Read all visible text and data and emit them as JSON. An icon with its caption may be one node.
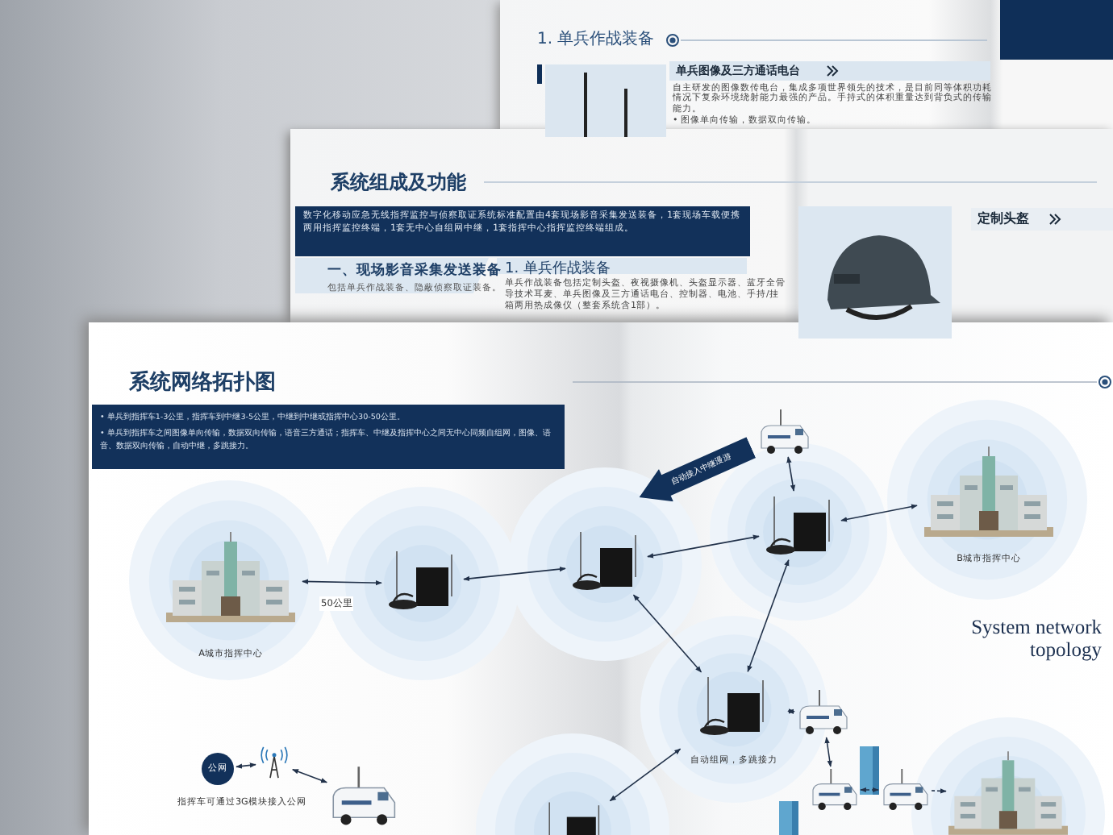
{
  "diagram": {
    "title": "系统网络拓扑图",
    "nodes": [
      {
        "text": [
          "A城市指挥中心"
        ]
      },
      {
        "text": [],
        "shape": "picture"
      },
      {
        "text": [],
        "shape": "picture"
      },
      {
        "text": [],
        "shape": "picture"
      },
      {
        "text": [
          "B城市指挥中心"
        ]
      },
      {
        "text": [],
        "shape": "picture"
      },
      {
        "text": [
          "自动组网，多跳接力"
        ]
      },
      {
        "text": [],
        "shape": "picture"
      },
      {
        "text": [],
        "shape": "picture"
      },
      {
        "text": [],
        "shape": "picture"
      },
      {
        "text": [],
        "shape": "picture"
      },
      {
        "text": [],
        "shape": "picture"
      },
      {
        "text": [
          "公网"
        ]
      },
      {
        "text": [],
        "shape": "picture"
      },
      {
        "text": [],
        "shape": "picture"
      }
    ],
    "edges": [
      {
        "from": 0,
        "to": 1,
        "arrow": "both",
        "label": "50公里"
      },
      {
        "from": 1,
        "to": 2,
        "arrow": "both"
      },
      {
        "from": 2,
        "to": 3,
        "arrow": "both"
      },
      {
        "from": 5,
        "to": 3,
        "arrow": "both"
      },
      {
        "from": 3,
        "to": 4,
        "arrow": "both"
      },
      {
        "from": 2,
        "to": 6,
        "arrow": "both"
      },
      {
        "from": 3,
        "to": 6,
        "arrow": "both"
      },
      {
        "from": 7,
        "to": 6,
        "arrow": "both"
      },
      {
        "from": 6,
        "to": 8,
        "arrow": "both"
      },
      {
        "from": 8,
        "to": 9,
        "arrow": "both"
      },
      {
        "from": 9,
        "to": 10,
        "arrow": "both",
        "style": "dashed"
      },
      {
        "from": 10,
        "to": 11,
        "arrow": "to",
        "style": "dashed"
      },
      {
        "from": 12,
        "to": 13,
        "arrow": "both"
      },
      {
        "from": 13,
        "to": 14,
        "arrow": "both"
      }
    ],
    "labels": [
      "1. 单兵作战装备",
      "单兵图像及三方通话电台",
      "自主研发的图像数传电台，集成多项世界领先的技术，是目前同等体积功耗情况下复杂环境绕射能力最强的产品。手持式的体积重量达到背负式的传输能力。",
      "• 图像单向传输，数据双向传输。",
      "系统组成及功能",
      "数字化移动应急无线指挥监控与侦察取证系统标准配置由4套现场影音采集发送装备，1套现场车载便携两用指挥监控终端，1套无中心自组网中继，1套指挥中心指挥监控终端组成。",
      "一、现场影音采集发送装备",
      "包括单兵作战装备、隐蔽侦察取证装备。",
      "1. 单兵作战装备",
      "单兵作战装备包括定制头盔、夜视摄像机、头盔显示器、蓝牙全骨导技术耳麦、单兵图像及三方通话电台、控制器、电池、手持/挂箱两用热成像仪（整套系统含1部）。",
      "定制头盔",
      "• 单兵到指挥车1-3公里，指挥车到中继3-5公里，中继到中继或指挥中心30-50公里。",
      "• 单兵到指挥车之间图像单向传输，数据双向传输，语音三方通话；指挥车、中继及指挥中心之间无中心同频自组网，图像、语音、数据双向传输，自动中继，多跳接力。",
      "自动接入中继漫游",
      "System network topology",
      "指挥车可通过3G模块接入公网"
    ]
  }
}
